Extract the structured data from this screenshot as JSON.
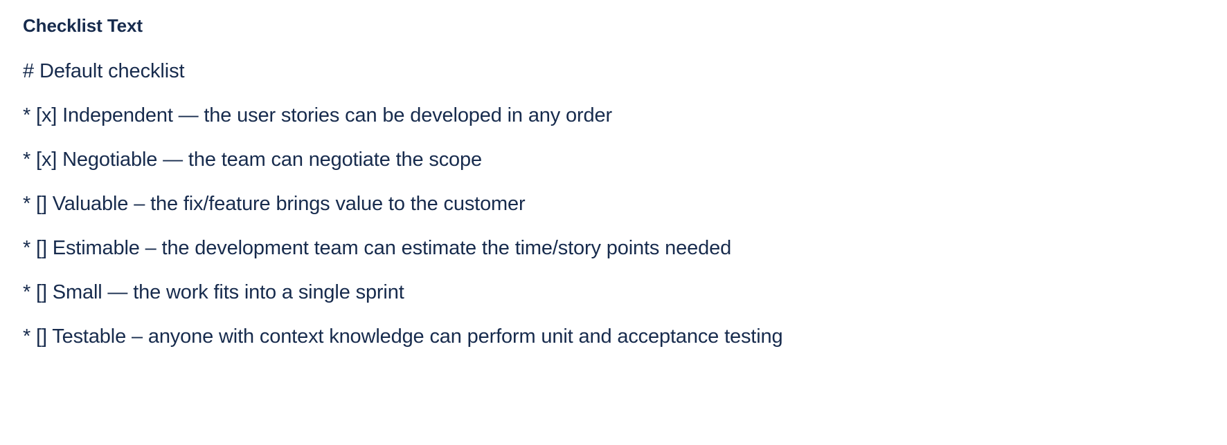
{
  "panel": {
    "field_label": "Checklist Text",
    "text_color": "#172B4D",
    "background_color": "#FFFFFF"
  },
  "checklist": {
    "lines": [
      {
        "text": "# Default checklist"
      },
      {
        "text": "* [x] Independent — the user stories can be developed in any order"
      },
      {
        "text": "* [x] Negotiable — the team can negotiate the scope"
      },
      {
        "text": "* [] Valuable – the fix/feature brings value to the customer"
      },
      {
        "text": "* [] Estimable – the development team can estimate the time/story points needed"
      },
      {
        "text": "* [] Small — the work fits into a single sprint"
      },
      {
        "text": "* [] Testable – anyone with context knowledge can perform unit and acceptance testing"
      }
    ]
  }
}
